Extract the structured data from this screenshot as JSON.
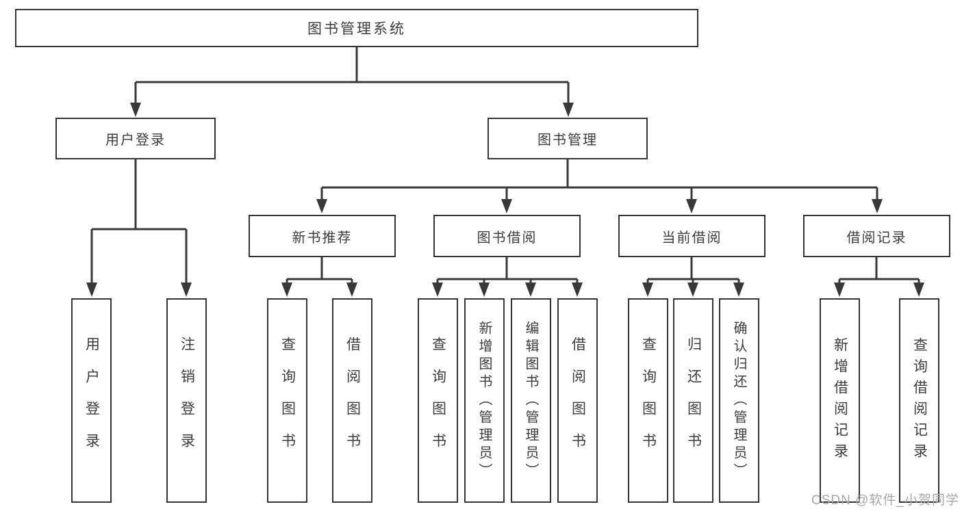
{
  "colors": {
    "background": "#ffffff",
    "line": "#383838",
    "box_border": "#333333",
    "text": "#3c3c3c",
    "watermark": "#a7a7a7"
  },
  "tree": {
    "root": "图书管理系统",
    "branches": [
      {
        "label": "用户登录",
        "children": [
          "用户登录",
          "注销登录"
        ]
      },
      {
        "label": "图书管理",
        "groups": [
          {
            "label": "新书推荐",
            "children": [
              "查询图书",
              "借阅图书"
            ]
          },
          {
            "label": "图书借阅",
            "children": [
              "查询图书",
              "新增图书（管理员）",
              "编辑图书（管理员）",
              "借阅图书"
            ]
          },
          {
            "label": "当前借阅",
            "children": [
              "查询图书",
              "归还图书",
              "确认归还（管理员）"
            ]
          },
          {
            "label": "借阅记录",
            "children": [
              "新增借阅记录",
              "查询借阅记录"
            ]
          }
        ]
      }
    ]
  },
  "watermark": "CSDN @软件_小贺同学"
}
